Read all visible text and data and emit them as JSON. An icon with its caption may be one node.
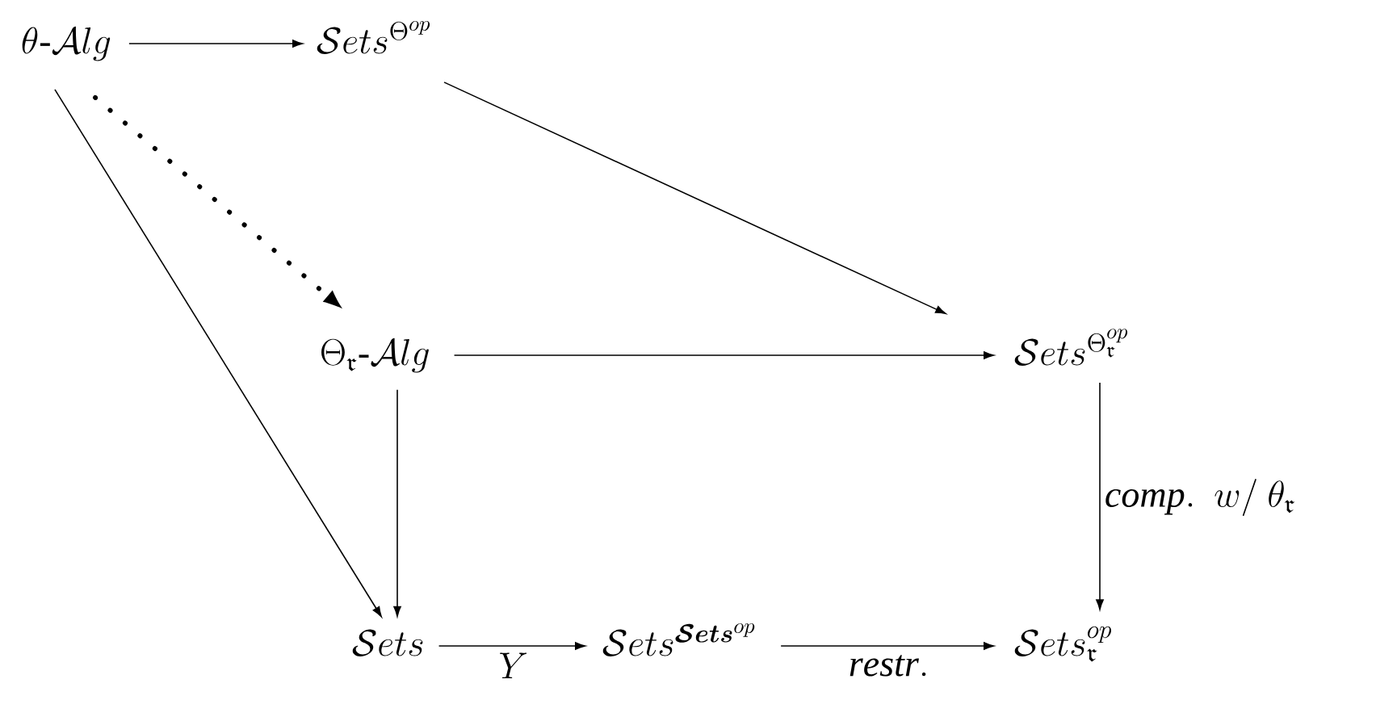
{
  "diagram": {
    "nodes": [
      {
        "text": [
          "\\theta\\text{-}\\mathcal{A}lg"
        ]
      },
      {
        "text": [
          "\\mathcal{S}ets^{\\Theta^{op}}"
        ]
      },
      {
        "text": [
          "\\Theta_{\\mathfrak{r}}\\text{-}\\mathcal{A}lg"
        ]
      },
      {
        "text": [
          "\\mathcal{S}ets^{\\Theta_{\\mathfrak{r}}^{op}}"
        ]
      },
      {
        "text": [
          "\\mathcal{S}ets"
        ]
      },
      {
        "text": [
          "\\mathcal{S}ets^{\\boldsymbol{\\mathcal{S}ets}^{op}}"
        ]
      },
      {
        "text": [
          "\\mathcal{S}ets_{\\mathfrak{r}}^{op}"
        ]
      }
    ],
    "edges": [
      {
        "from": 0,
        "to": 1,
        "arrow": "to"
      },
      {
        "from": 0,
        "to": 2,
        "arrow": "to",
        "style": "dashed"
      },
      {
        "from": 0,
        "to": 4,
        "arrow": "to"
      },
      {
        "from": 1,
        "to": 3,
        "arrow": "to"
      },
      {
        "from": 2,
        "to": 3,
        "arrow": "to"
      },
      {
        "from": 2,
        "to": 4,
        "arrow": "to"
      },
      {
        "from": 3,
        "to": 6,
        "arrow": "to",
        "label": "\\mathit{comp.}\\ \\ w/\\ \\theta_{\\mathfrak{r}}"
      },
      {
        "from": 4,
        "to": 5,
        "arrow": "to",
        "label": "Y"
      },
      {
        "from": 5,
        "to": 6,
        "arrow": "to",
        "label": "\\mathit{restr.}"
      }
    ]
  }
}
